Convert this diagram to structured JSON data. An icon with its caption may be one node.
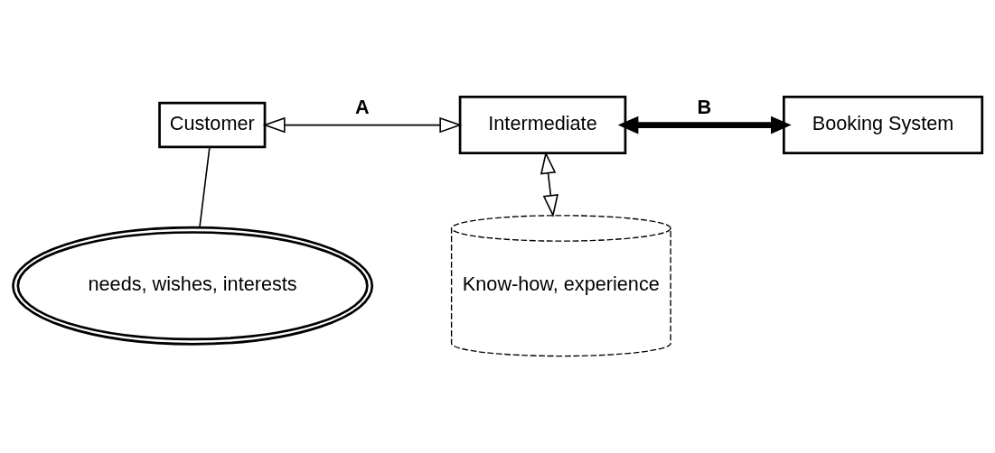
{
  "diagram": {
    "nodes": [
      {
        "text": [
          "Customer"
        ]
      },
      {
        "text": [
          "Intermediate"
        ]
      },
      {
        "text": [
          "Booking System"
        ]
      },
      {
        "text": [
          "needs, wishes, interests"
        ]
      },
      {
        "text": [
          "Know-how, experience"
        ]
      }
    ],
    "edges": [
      {
        "from": 0,
        "to": 1,
        "arrow": "both",
        "label": "A"
      },
      {
        "from": 1,
        "to": 2,
        "arrow": "both",
        "label": "B",
        "style": "thick"
      },
      {
        "from": 1,
        "to": 4,
        "arrow": "both"
      },
      {
        "from": 0,
        "to": 3,
        "arrow": "none"
      }
    ]
  }
}
